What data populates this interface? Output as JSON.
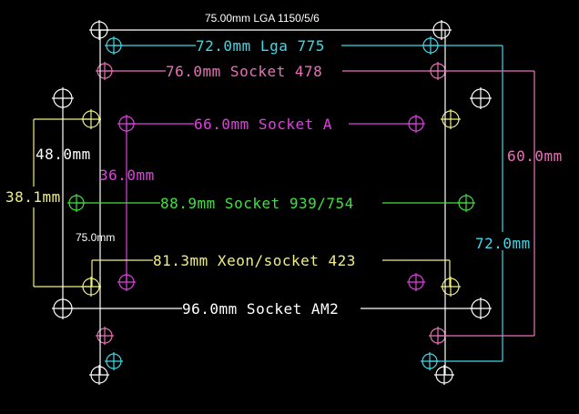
{
  "title": "Socket mounting hole dimensions",
  "colors": {
    "background": "#000000",
    "lga1150": "#ffffff",
    "lga775": "#40d8e8",
    "s478": "#e870b8",
    "socketA": "#e040e0",
    "s939": "#40e040",
    "s423": "#f0f080",
    "am2": "#ffffff"
  },
  "labels": {
    "lga1150": "75.00mm LGA 1150/5/6",
    "lga775": "72.0mm Lga 775",
    "s478": "76.0mm Socket 478",
    "socketA": "66.0mm Socket A",
    "s939": "88.9mm Socket 939/754",
    "s423": "81.3mm Xeon/socket 423",
    "am2": "96.0mm Socket AM2",
    "v_am2": "48.0mm",
    "v_s423": "38.1mm",
    "v_socketA": "36.0mm",
    "v_lga1150": "75.0mm",
    "v_s478": "60.0mm",
    "v_lga775": "72.0mm"
  }
}
